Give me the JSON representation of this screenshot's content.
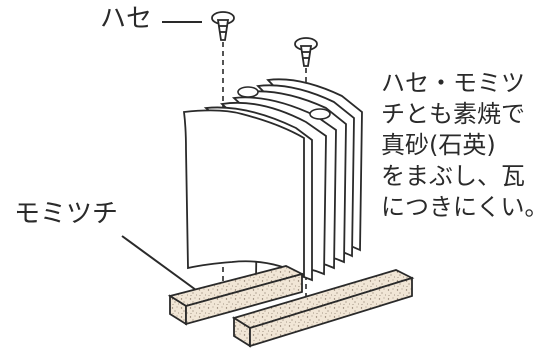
{
  "labels": {
    "hase": "ハセ",
    "momitsuchi": "モミツチ"
  },
  "note": {
    "lines": [
      "ハセ・モミツ",
      "チとも素焼で",
      "真砂(石英)",
      "をまぶし、瓦",
      "につきにくい。"
    ]
  },
  "colors": {
    "ink": "#2a2a2a",
    "brick": "#f1e6d6",
    "brick_dots": "#8a7a6a"
  }
}
